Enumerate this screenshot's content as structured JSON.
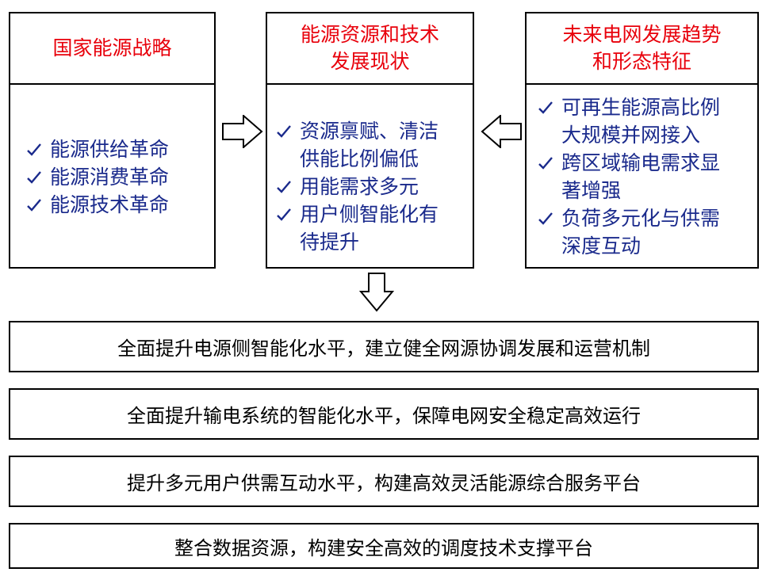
{
  "panels": [
    {
      "title": "国家能源战略",
      "items": [
        "能源供给革命",
        "能源消费革命",
        "能源技术革命"
      ]
    },
    {
      "title": "能源资源和技术\n发展现状",
      "items": [
        "资源禀赋、清洁\n供能比例偏低",
        "用能需求多元",
        "用户侧智能化有\n待提升"
      ]
    },
    {
      "title": "未来电网发展趋势\n和形态特征",
      "items": [
        "可再生能源高比例\n大规模并网接入",
        "跨区域输电需求显\n著增强",
        "负荷多元化与供需\n深度互动"
      ]
    }
  ],
  "actions": [
    "全面提升电源侧智能化水平，建立健全网源协调发展和运营机制",
    "全面提升输电系统的智能化水平，保障电网安全稳定高效运行",
    "提升多元用户供需互动水平，构建高效灵活能源综合服务平台",
    "整合数据资源，构建安全高效的调度技术支撑平台"
  ],
  "colors": {
    "title": "#e8000b",
    "items": "#1a2a8c",
    "check": "#1a2a8c",
    "border": "#000000"
  }
}
